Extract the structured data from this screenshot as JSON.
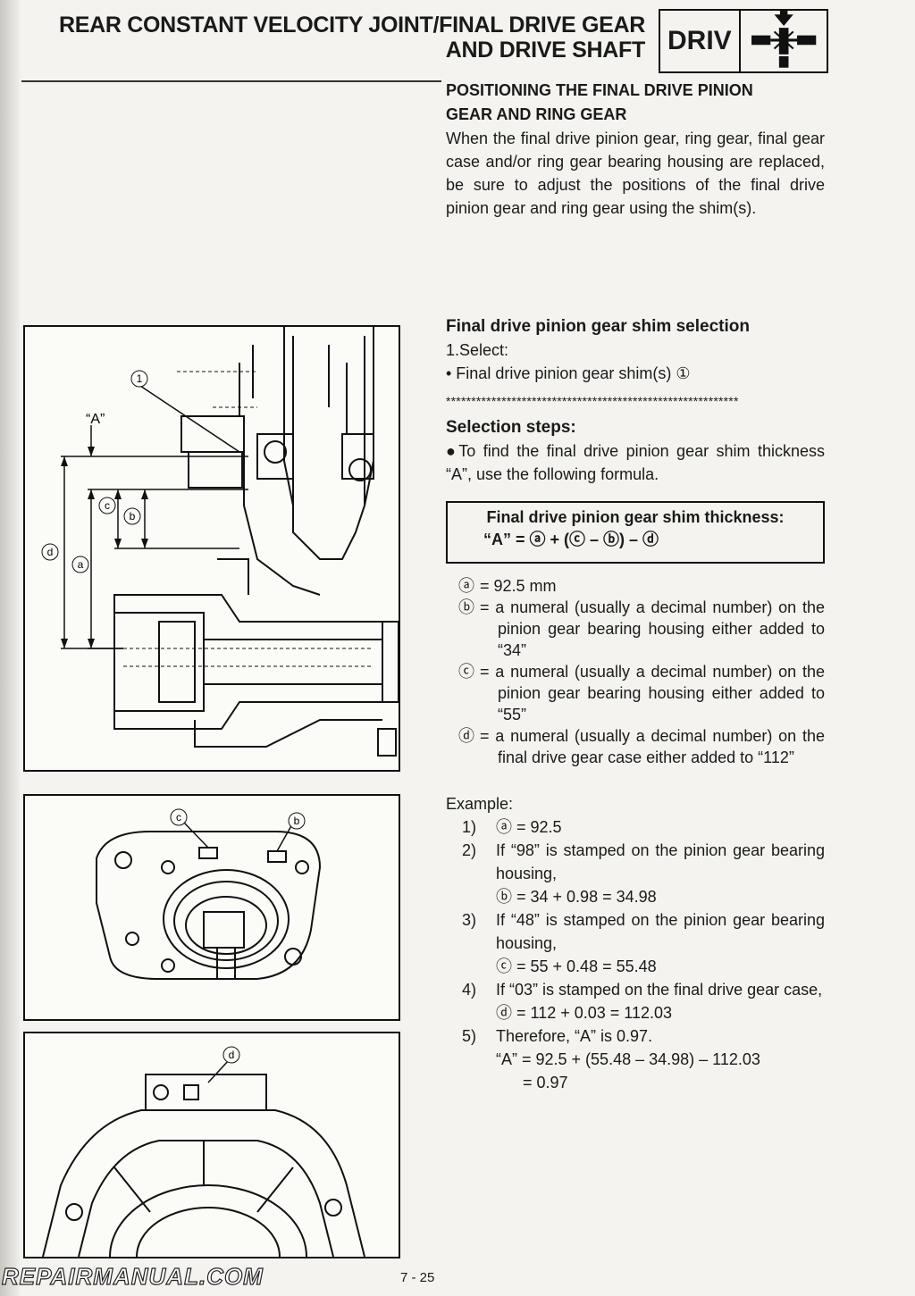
{
  "header": {
    "title_line1": "REAR CONSTANT VELOCITY JOINT/FINAL DRIVE GEAR",
    "title_line2": "AND DRIVE SHAFT",
    "section_tag": "DRIV"
  },
  "section1": {
    "title_line1": "POSITIONING THE FINAL DRIVE PINION",
    "title_line2": "GEAR AND RING GEAR",
    "body": "When the final drive pinion gear, ring gear, final gear case and/or ring gear bearing housing are replaced, be sure to adjust the positions of the final drive pinion gear and ring gear using the shim(s)."
  },
  "section2": {
    "title": "Final drive pinion gear shim selection",
    "step": "1.Select:",
    "bullet": "• Final drive pinion gear shim(s) ①",
    "stars": "**********************************************************",
    "steps_title": "Selection steps:",
    "steps_body": "●To find the final drive pinion gear shim thickness “A”, use the following formula."
  },
  "formula": {
    "line1": "Final drive pinion gear shim thickness:",
    "line2": "“A” = ⓐ + (ⓒ – ⓑ) – ⓓ"
  },
  "definitions": [
    {
      "key": "ⓐ",
      "text": "= 92.5 mm"
    },
    {
      "key": "ⓑ",
      "text": "= a numeral (usually a decimal number) on the pinion gear bearing housing either added to “34”"
    },
    {
      "key": "ⓒ",
      "text": "= a numeral (usually a decimal number) on the pinion gear bearing housing either added to “55”"
    },
    {
      "key": "ⓓ",
      "text": "= a numeral (usually a decimal number) on the final drive gear case either added to “112”"
    }
  ],
  "example": {
    "label": "Example:",
    "items": [
      {
        "num": "1)",
        "lines": [
          "ⓐ = 92.5"
        ]
      },
      {
        "num": "2)",
        "lines": [
          "If “98” is stamped on the pinion gear bearing housing,",
          "ⓑ = 34 + 0.98 = 34.98"
        ]
      },
      {
        "num": "3)",
        "lines": [
          "If “48” is stamped on the pinion gear bearing housing,",
          "ⓒ = 55 + 0.48 = 55.48"
        ]
      },
      {
        "num": "4)",
        "lines": [
          "If “03” is stamped on the final drive gear case,",
          "ⓓ = 112 + 0.03 = 112.03"
        ]
      },
      {
        "num": "5)",
        "lines": [
          "Therefore, “A” is 0.97.",
          "“A” = 92.5 + (55.48 – 34.98) – 112.03",
          "= 0.97"
        ]
      }
    ]
  },
  "figure1": {
    "label_1": "1",
    "label_A": "“A”",
    "label_c": "c",
    "label_b": "b",
    "label_d": "d",
    "label_a": "a"
  },
  "figure2": {
    "label_c": "c",
    "label_b": "b"
  },
  "figure3": {
    "label_d": "d"
  },
  "footer": {
    "page": "7 - 25",
    "watermark": "REPAIRMANUAL.COM"
  }
}
